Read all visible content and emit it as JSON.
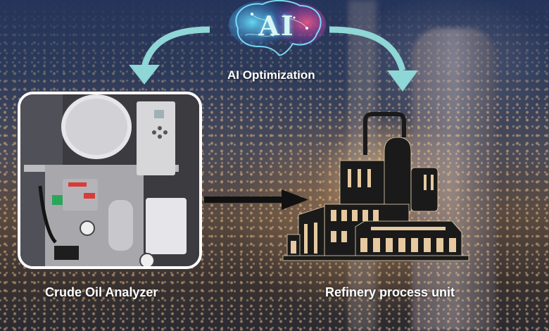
{
  "diagram": {
    "ai_node": {
      "glyph": "AI",
      "label": "AI Optimization",
      "icon": "brain-icon"
    },
    "left_node": {
      "label": "Crude Oil Analyzer",
      "icon": "analyzer-photo"
    },
    "right_node": {
      "label": "Refinery process unit",
      "icon": "refinery-icon"
    },
    "arrows": [
      {
        "from": "AI Optimization",
        "to": "Crude Oil Analyzer",
        "color": "#8fd6d6",
        "style": "curved"
      },
      {
        "from": "AI Optimization",
        "to": "Refinery process unit",
        "color": "#8fd6d6",
        "style": "curved"
      },
      {
        "from": "Crude Oil Analyzer",
        "to": "Refinery process unit",
        "color": "#111111",
        "style": "straight"
      }
    ]
  },
  "colors": {
    "arrow_ai": "#8fd6d6",
    "arrow_flow": "#111111",
    "refinery_fill": "#1a1a1a",
    "caption_text": "#ffffff"
  }
}
